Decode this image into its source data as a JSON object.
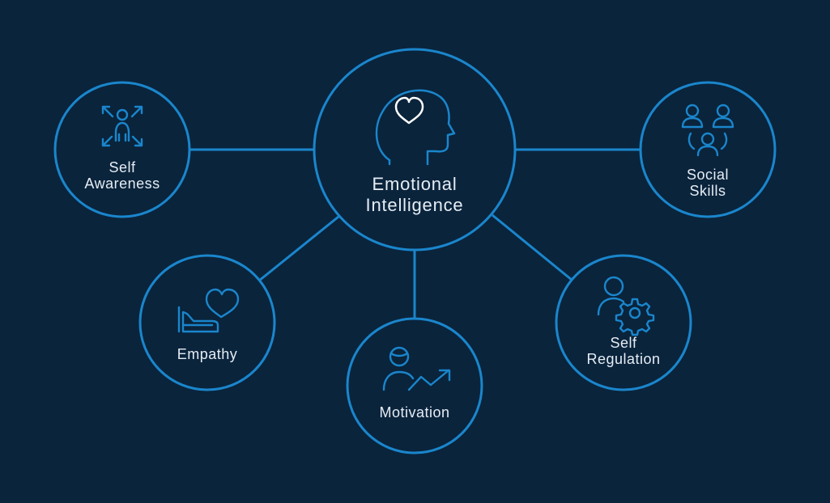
{
  "colors": {
    "background": "#0a243c",
    "accent": "#1a86cc",
    "text": "#e6edf4",
    "icon_heart": "#ffffff"
  },
  "center": {
    "line1": "Emotional",
    "line2": "Intelligence",
    "icon": "head-heart-icon"
  },
  "nodes": {
    "self_awareness": {
      "line1": "Self",
      "line2": "Awareness",
      "icon": "person-focus-icon"
    },
    "empathy": {
      "line1": "Empathy",
      "icon": "hand-heart-icon"
    },
    "motivation": {
      "line1": "Motivation",
      "icon": "person-growth-icon"
    },
    "self_regulation": {
      "line1": "Self",
      "line2": "Regulation",
      "icon": "person-gear-icon"
    },
    "social_skills": {
      "line1": "Social",
      "line2": "Skills",
      "icon": "people-group-icon"
    }
  }
}
